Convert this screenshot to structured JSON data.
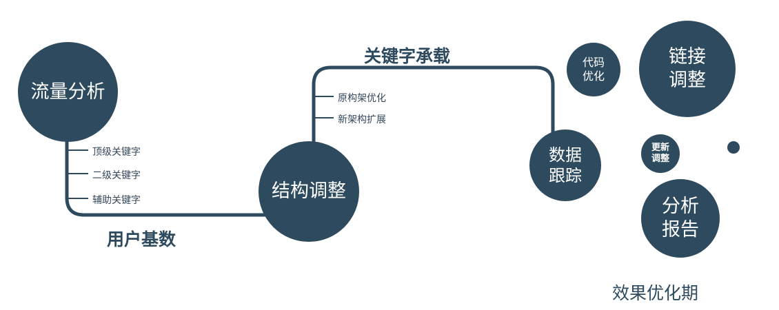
{
  "colors": {
    "navy": "#2e4a5e",
    "branch_text": "#33475a",
    "background": "#ffffff",
    "circle_text": "#ffffff"
  },
  "nodes": {
    "traffic": {
      "label": "流量分析"
    },
    "structure": {
      "label": "结构调整"
    },
    "tracking": {
      "line1": "数据",
      "line2": "跟踪"
    },
    "code": {
      "line1": "代码",
      "line2": "优化"
    },
    "link": {
      "line1": "链接",
      "line2": "调整"
    },
    "update": {
      "line1": "更新",
      "line2": "调整"
    },
    "report": {
      "line1": "分析",
      "line2": "报告"
    }
  },
  "labels": {
    "keyword_bearing": "关键字承载",
    "user_base": "用户基数",
    "optimization_period": "效果优化期"
  },
  "branches": {
    "traffic": [
      "顶级关键字",
      "二级关键字",
      "辅助关键字"
    ],
    "structure": [
      "原构架优化",
      "新架构扩展"
    ]
  }
}
